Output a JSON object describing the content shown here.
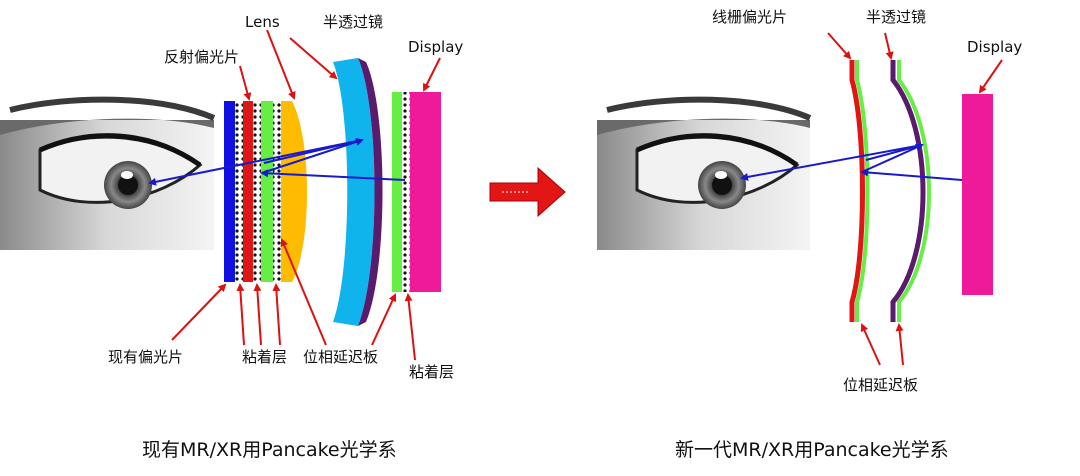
{
  "left": {
    "labels": {
      "lens": "Lens",
      "half_mirror": "半透过镜",
      "reflective_polarizer": "反射偏光片",
      "display": "Display",
      "existing_polarizer": "现有偏光片",
      "adhesive_1": "粘着层",
      "retarder": "位相延迟板",
      "adhesive_2": "粘着层"
    },
    "caption": "现有MR/XR用Pancake光学系"
  },
  "right": {
    "labels": {
      "wire_grid_polarizer": "线栅偏光片",
      "half_mirror": "半透过镜",
      "display": "Display",
      "retarder": "位相延迟板"
    },
    "caption": "新一代MR/XR用Pancake光学系"
  },
  "colors": {
    "polarizer_blue": "#1010e0",
    "red_layer": "#e01515",
    "green_layer": "#66ee44",
    "lens_orange": "#ffbb00",
    "mirror_cyan": "#10b4ec",
    "mirror_purple": "#5a1a6e",
    "display_magenta": "#ee1a9a",
    "ray_blue": "#1a1acc",
    "annotation_red": "#dd1111"
  },
  "icons": {
    "eye": "eye-photo",
    "transition": "right-arrow-icon"
  }
}
